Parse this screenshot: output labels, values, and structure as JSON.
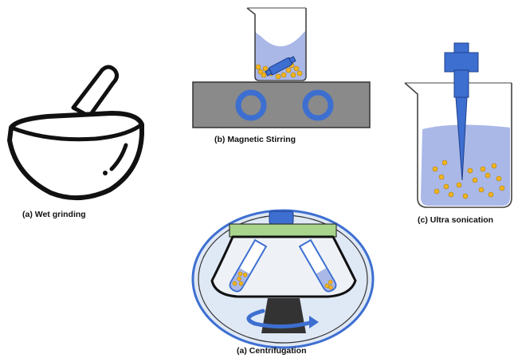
{
  "captions": {
    "wet_grinding": "(a) Wet grinding",
    "magnetic_stirring": "(b) Magnetic Stirring",
    "ultra_sonication": "(c) Ultra sonication",
    "centrifugation": "(a) Centrifugation"
  },
  "colors": {
    "liquid": "#aab8e8",
    "liquid_light": "#c9d3f2",
    "accent_blue": "#3d6fd1",
    "stir_plate": "#8a8a8a",
    "particle": "#f2b51f",
    "lid_green": "#a8d58b",
    "centrifuge_bg": "#dfe8f5",
    "outline": "#111111"
  },
  "icons": [
    "mortar-and-pestle-icon",
    "beaker-icon",
    "stir-bar-icon",
    "sonicator-probe-icon",
    "centrifuge-icon",
    "rotation-arrow-icon"
  ]
}
